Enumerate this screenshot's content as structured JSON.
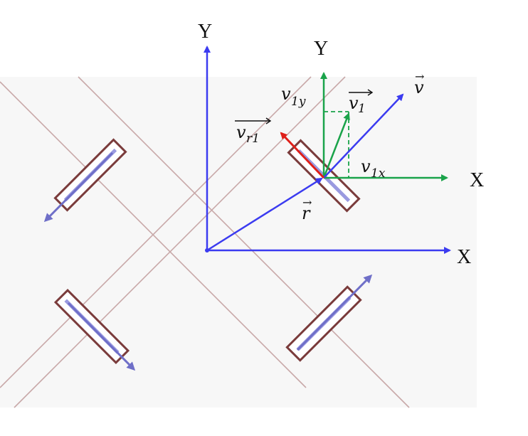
{
  "diagram": {
    "world_axes": {
      "x_label": "X",
      "y_label": "Y"
    },
    "wheel_axes": {
      "x_label": "X",
      "y_label": "Y"
    },
    "vectors": {
      "r": {
        "base": "r",
        "accent": "→"
      },
      "v": {
        "base": "v",
        "accent": "→"
      },
      "v1": {
        "base": "v",
        "sub": "1"
      },
      "v1x": {
        "base": "v",
        "sub": "1x"
      },
      "v1y": {
        "base": "v",
        "sub": "1y"
      },
      "vr1": {
        "base": "v",
        "sub": "r1"
      }
    },
    "colors": {
      "world_axes": "#3b3bf0",
      "wheel_axes": "#1aa34a",
      "velocity_r1": "#e0201a",
      "wheel_body": "#7a3b3b",
      "wheel_roller": "#6f6fc8",
      "grid_lines": "#c8a8a8",
      "background_patch": "#f7f7f7"
    },
    "icons": [
      "mecanum-wheel-icon",
      "arrow-icon"
    ]
  }
}
